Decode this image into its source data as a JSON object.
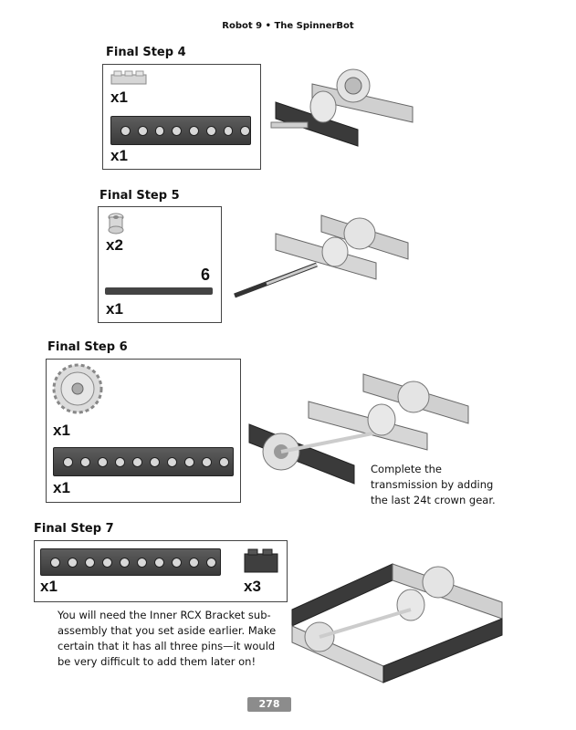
{
  "header": {
    "title": "Robot 9 • The SpinnerBot"
  },
  "steps": [
    {
      "title": "Final Step 4",
      "parts": [
        {
          "qty": "x1"
        },
        {
          "qty": "x1"
        }
      ]
    },
    {
      "title": "Final Step 5",
      "parts": [
        {
          "qty": "x2"
        },
        {
          "qty": "x1",
          "length": "6"
        }
      ]
    },
    {
      "title": "Final Step 6",
      "parts": [
        {
          "qty": "x1"
        },
        {
          "qty": "x1"
        }
      ],
      "caption": [
        "Complete the",
        "transmission by adding",
        "the last 24t crown gear."
      ]
    },
    {
      "title": "Final Step 7",
      "parts": [
        {
          "qty": "x1"
        },
        {
          "qty": "x3"
        }
      ],
      "caption": [
        "You will need the Inner RCX Bracket sub-",
        "assembly that you set aside earlier. Make",
        "certain that it has all three pins—it would",
        "be very difficult to add them later on!"
      ]
    }
  ],
  "footer": {
    "page_number": "278"
  },
  "colors": {
    "beam_dark": "#3a3a3a",
    "part_light": "#d4d4d4",
    "page_tab": "#8c8c8c"
  }
}
